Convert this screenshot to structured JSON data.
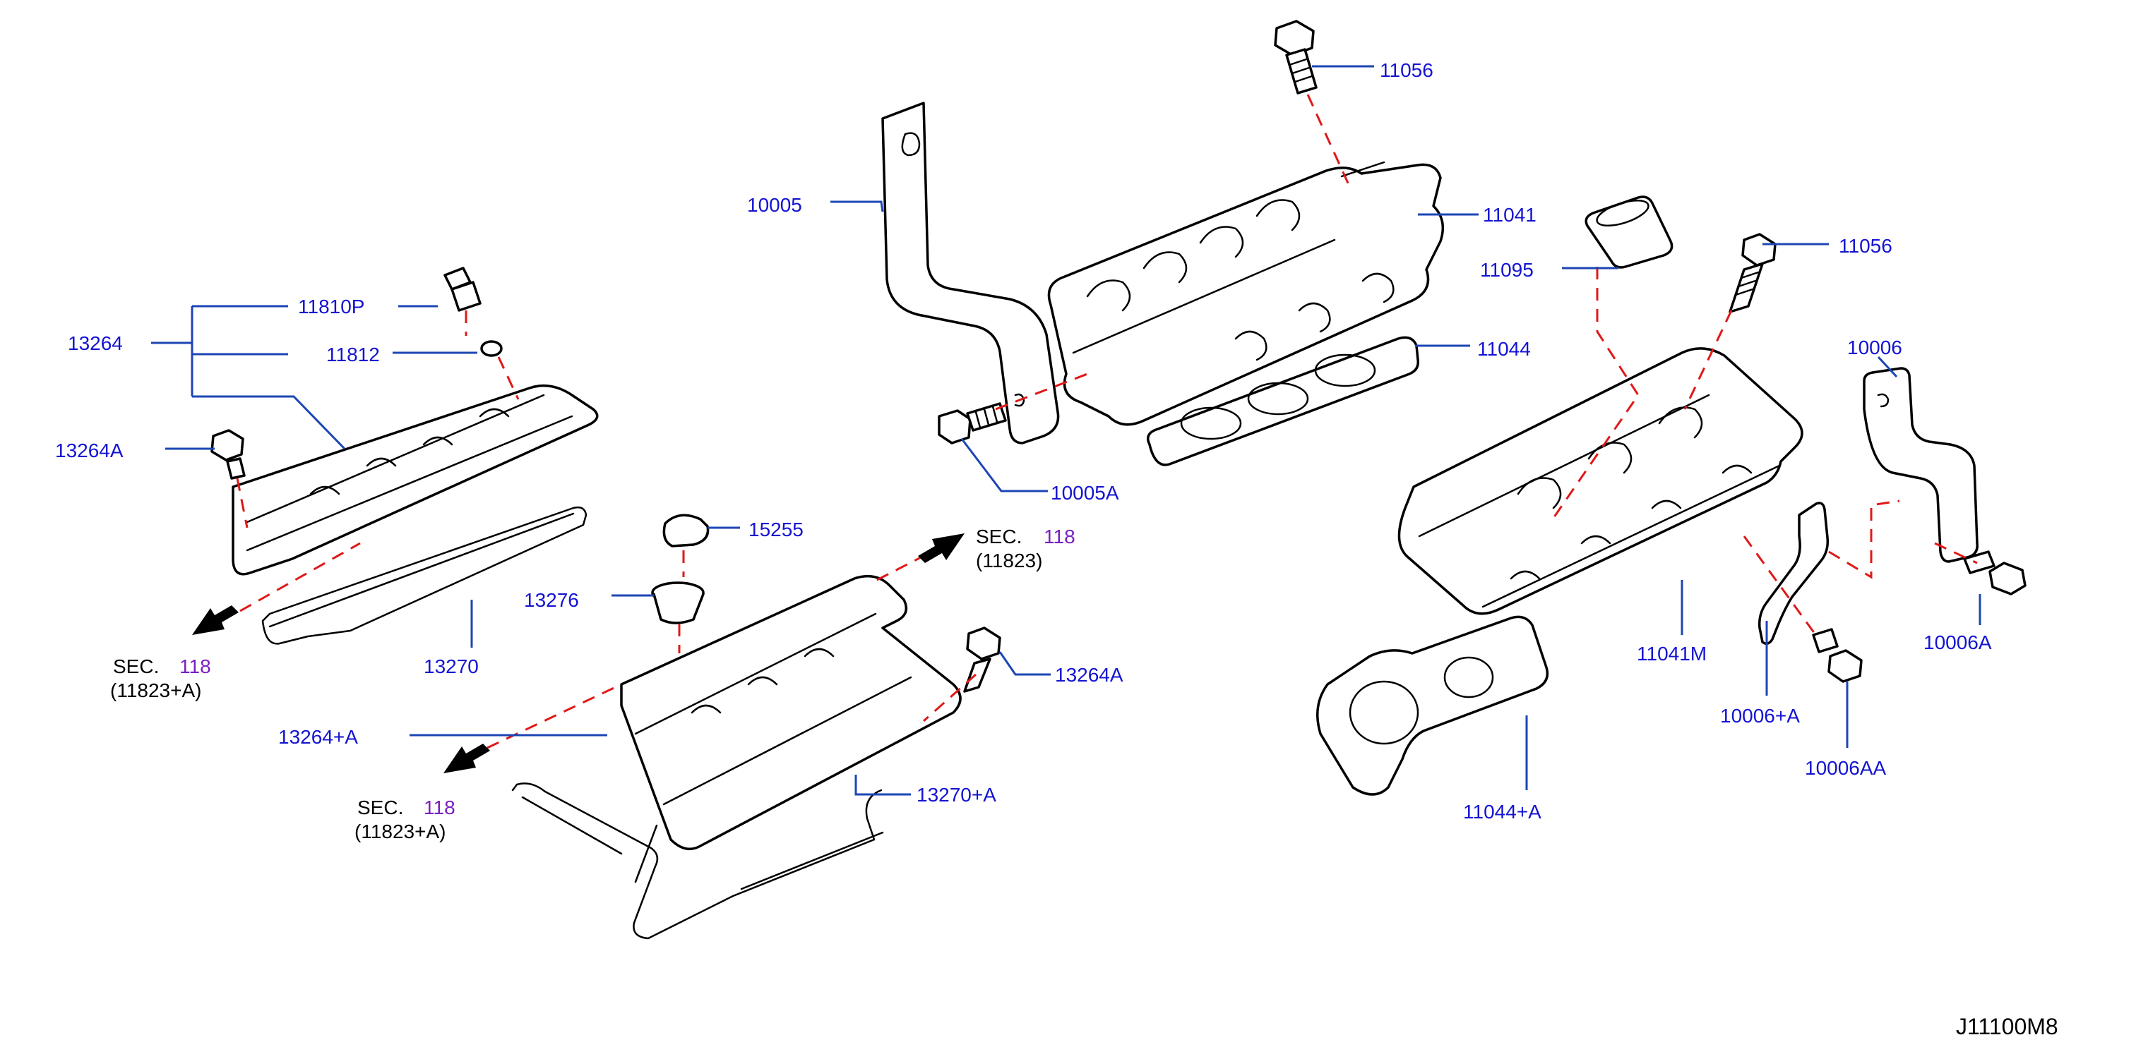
{
  "diagram_code": "J11100M8",
  "labels": {
    "p11056_top": "11056",
    "p11041": "11041",
    "p10005": "10005",
    "p11095": "11095",
    "p11056_right": "11056",
    "p11044": "11044",
    "p10006": "10006",
    "p13264": "13264",
    "p11810P": "11810P",
    "p11812": "11812",
    "p13264A_left": "13264A",
    "p10005A": "10005A",
    "p15255": "15255",
    "p13276": "13276",
    "p13270": "13270",
    "p13264A_mid": "13264A",
    "p13264plusA": "13264+A",
    "p13270plusA": "13270+A",
    "p11041M": "11041M",
    "p10006A": "10006A",
    "p10006plusA": "10006+A",
    "p10006AA": "10006AA",
    "p11044plusA": "11044+A"
  },
  "section_refs": [
    {
      "prefix": "SEC.",
      "number": "118",
      "sub": "(11823)"
    },
    {
      "prefix": "SEC.",
      "number": "118",
      "sub": "(11823+A)"
    },
    {
      "prefix": "SEC.",
      "number": "118",
      "sub": "(11823+A)"
    }
  ],
  "colors": {
    "label": "#1414d2",
    "leader": "#1c46b4",
    "dashed_link": "#e01818",
    "section_number": "#7a1fc0",
    "outline": "#000000"
  }
}
